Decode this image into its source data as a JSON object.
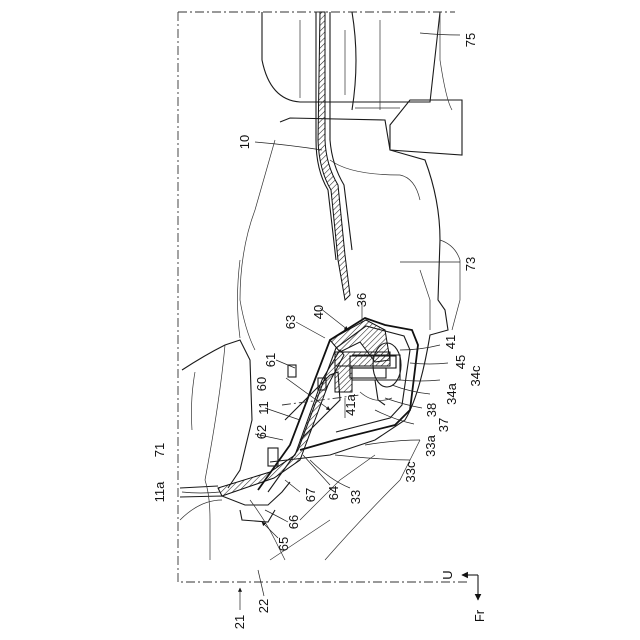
{
  "figure": {
    "labels": [
      {
        "key": "l75",
        "text": "75"
      },
      {
        "key": "l10",
        "text": "10"
      },
      {
        "key": "l73",
        "text": "73"
      },
      {
        "key": "l36",
        "text": "36"
      },
      {
        "key": "l40",
        "text": "40"
      },
      {
        "key": "l63",
        "text": "63"
      },
      {
        "key": "l41",
        "text": "41"
      },
      {
        "key": "l45",
        "text": "45"
      },
      {
        "key": "l34c",
        "text": "34c"
      },
      {
        "key": "l34a",
        "text": "34a"
      },
      {
        "key": "l38",
        "text": "38"
      },
      {
        "key": "l37",
        "text": "37"
      },
      {
        "key": "l41a",
        "text": "41a"
      },
      {
        "key": "l61",
        "text": "61"
      },
      {
        "key": "l60",
        "text": "60"
      },
      {
        "key": "l11",
        "text": "11"
      },
      {
        "key": "l62",
        "text": "62"
      },
      {
        "key": "l71",
        "text": "71"
      },
      {
        "key": "l33a",
        "text": "33a"
      },
      {
        "key": "l33c",
        "text": "33c"
      },
      {
        "key": "l33",
        "text": "33"
      },
      {
        "key": "l64",
        "text": "64"
      },
      {
        "key": "l67",
        "text": "67"
      },
      {
        "key": "l11a",
        "text": "11a"
      },
      {
        "key": "l66",
        "text": "66"
      },
      {
        "key": "l65",
        "text": "65"
      },
      {
        "key": "l22",
        "text": "22"
      },
      {
        "key": "l21",
        "text": "21"
      }
    ],
    "direction": {
      "up": "U",
      "front": "Fr"
    }
  }
}
